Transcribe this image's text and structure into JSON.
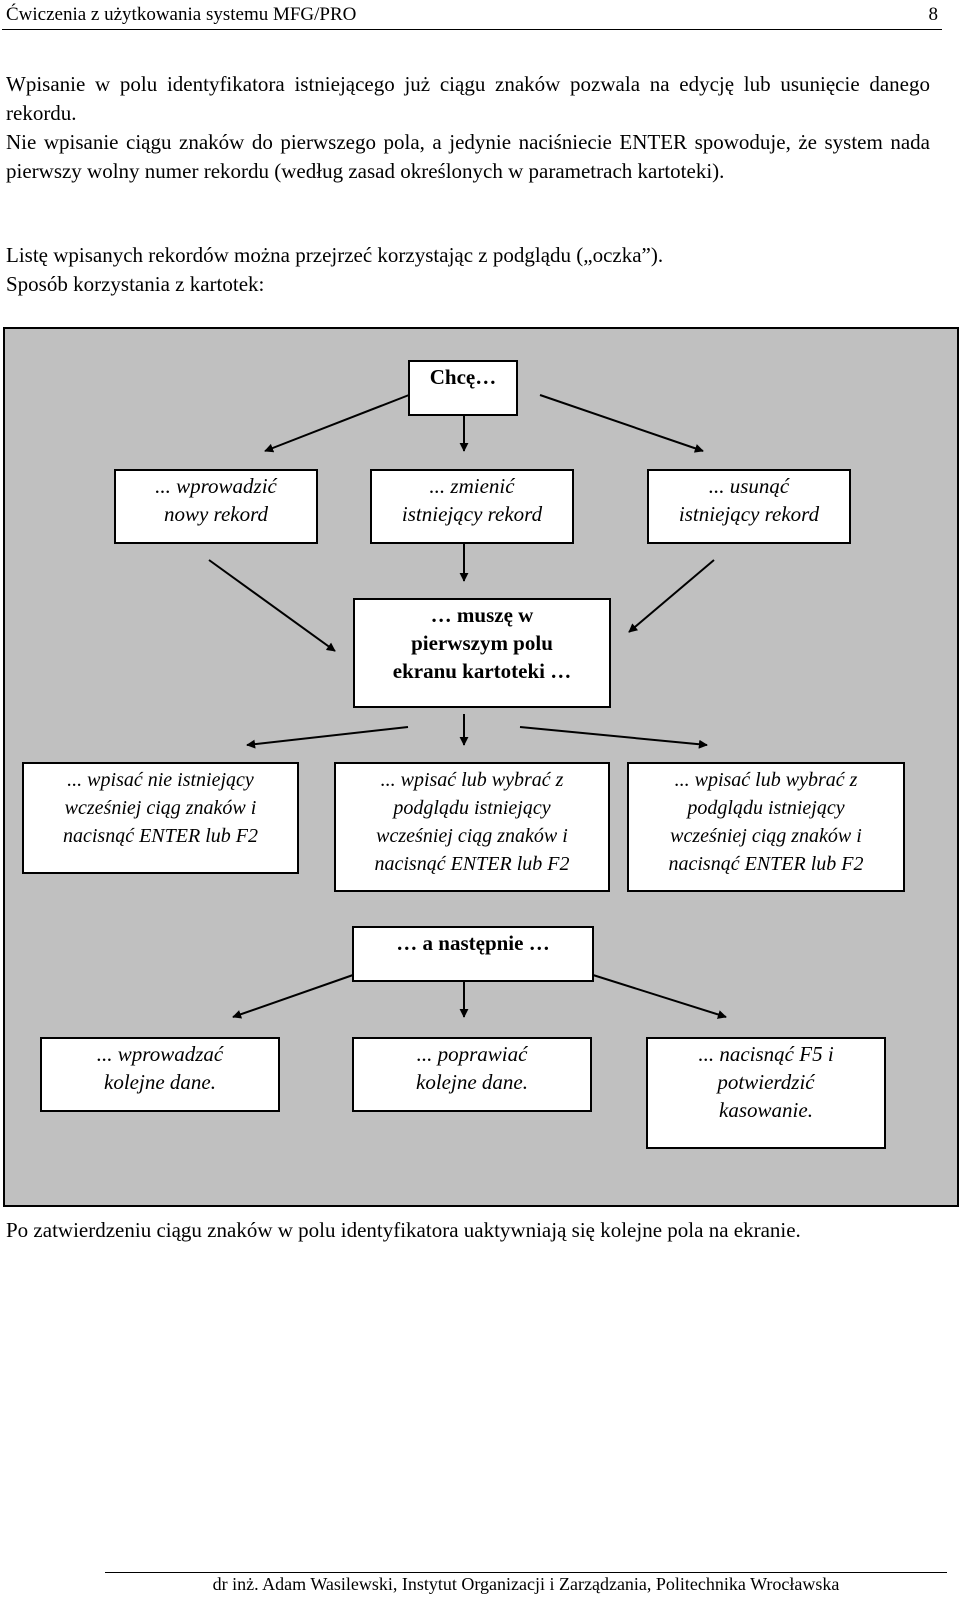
{
  "header": {
    "title": "Ćwiczenia z użytkowania systemu MFG/PRO",
    "page_number": "8"
  },
  "paragraphs": {
    "p1": "Wpisanie w polu identyfikatora istniejącego już ciągu znaków pozwala na edycję lub usunięcie danego rekordu.",
    "p2": "Nie wpisanie ciągu znaków do pierwszego pola, a jedynie naciśniecie ENTER spowoduje, że system nada pierwszy wolny numer rekordu (według zasad określonych w parametrach kartoteki).",
    "p3": "Listę wpisanych rekordów można przejrzeć korzystając z podglądu („oczka”).",
    "p4": "Sposób korzystania z kartotek:",
    "p5": "Po zatwierdzeniu ciągu znaków w polu identyfikatora uaktywniają się kolejne pola na ekranie."
  },
  "diagram": {
    "start": [
      "Chcę…"
    ],
    "want_new": [
      "... wprowadzić",
      "nowy rekord"
    ],
    "want_edit": [
      "... zmienić",
      "istniejący rekord"
    ],
    "want_delete": [
      "... usunąć",
      "istniejący rekord"
    ],
    "must": [
      "… muszę w",
      "pierwszym polu",
      "ekranu kartoteki …"
    ],
    "enter_new": [
      "... wpisać nie istniejący",
      "wcześniej ciąg znaków i",
      "nacisnąć ENTER lub F2"
    ],
    "enter_edit": [
      "... wpisać lub wybrać z",
      "podglądu istniejący",
      "wcześniej ciąg znaków i",
      "nacisnąć ENTER lub F2"
    ],
    "enter_delete": [
      "... wpisać lub wybrać z",
      "podglądu istniejący",
      "wcześniej ciąg znaków i",
      "nacisnąć ENTER lub F2"
    ],
    "then": [
      "… a następnie …"
    ],
    "next_new": [
      "... wprowadzać",
      "kolejne dane."
    ],
    "next_edit": [
      "... poprawiać",
      "kolejne dane."
    ],
    "next_delete": [
      "... nacisnąć F5 i",
      "potwierdzić",
      "kasowanie."
    ]
  },
  "footer": {
    "text": "dr inż. Adam Wasilewski, Instytut Organizacji i Zarządzania, Politechnika Wrocławska"
  }
}
